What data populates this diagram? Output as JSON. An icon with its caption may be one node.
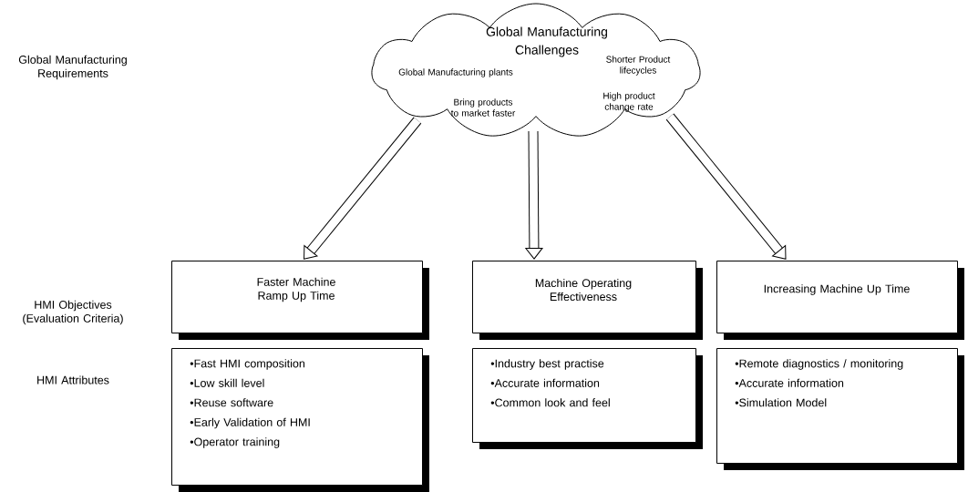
{
  "diagram": {
    "nodes": [
      {
        "text": [
          "Global Manufacturing Challenges",
          "Global Manufacturing plants",
          "Shorter Product lifecycles",
          "Bring products to market faster",
          "High product change rate"
        ]
      },
      {
        "text": [
          "Faster Machine Ramp Up Time"
        ]
      },
      {
        "text": [
          "Machine Operating Effectiveness"
        ]
      },
      {
        "text": [
          "Increasing Machine Up Time"
        ]
      },
      {
        "text": [
          "•Fast HMI composition",
          "•Low skill level",
          "•Reuse software",
          "•Early Validation of HMI",
          "•Operator training"
        ]
      },
      {
        "text": [
          "•Industry best practise",
          "•Accurate information",
          "•Common look and feel"
        ]
      },
      {
        "text": [
          "•Remote diagnostics / monitoring",
          "•Accurate information",
          "•Simulation Model"
        ]
      }
    ],
    "edges": [
      {
        "from": 0,
        "to": 1,
        "arrow": "to"
      },
      {
        "from": 0,
        "to": 2,
        "arrow": "to"
      },
      {
        "from": 0,
        "to": 3,
        "arrow": "to"
      }
    ],
    "labels": [
      "Global Manufacturing Requirements",
      "HMI Objectives (Evaluation Criteria)",
      "HMI Attributes"
    ]
  }
}
